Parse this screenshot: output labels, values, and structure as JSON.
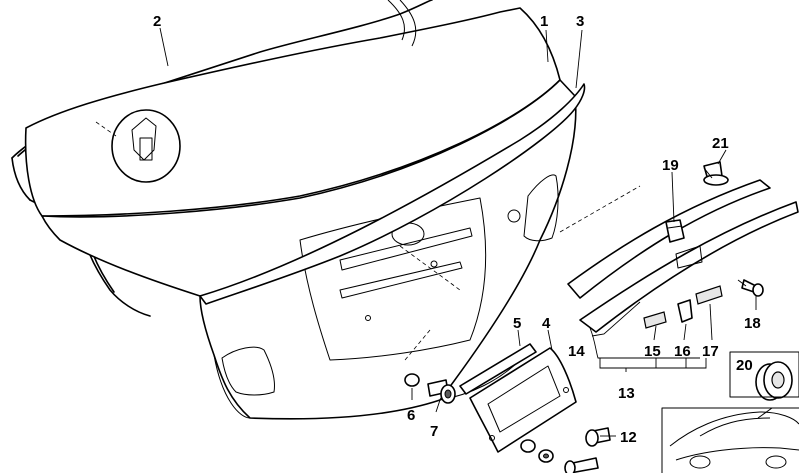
{
  "callouts": {
    "c1": "1",
    "c2": "2",
    "c3": "3",
    "c4": "4",
    "c5": "5",
    "c6": "6",
    "c7": "7",
    "c12": "12",
    "c13": "13",
    "c14": "14",
    "c15": "15",
    "c16": "16",
    "c17": "17",
    "c18": "18",
    "c19": "19",
    "c20": "20",
    "c21": "21"
  }
}
